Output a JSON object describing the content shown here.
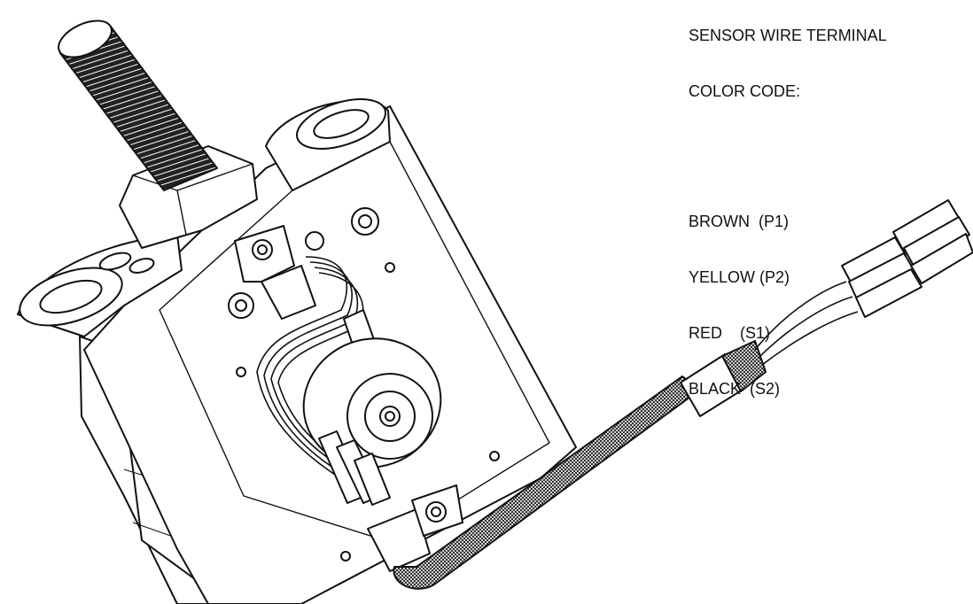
{
  "legend": {
    "heading_line1": "SENSOR WIRE TERMINAL",
    "heading_line2": "COLOR CODE:",
    "entries": [
      "BROWN  (P1)",
      "YELLOW (P2)",
      "RED    (S1)",
      "BLACK  (S2)"
    ]
  },
  "colors": {
    "line": "#111111",
    "fill": "#ffffff",
    "dark": "#1a1a1a"
  }
}
